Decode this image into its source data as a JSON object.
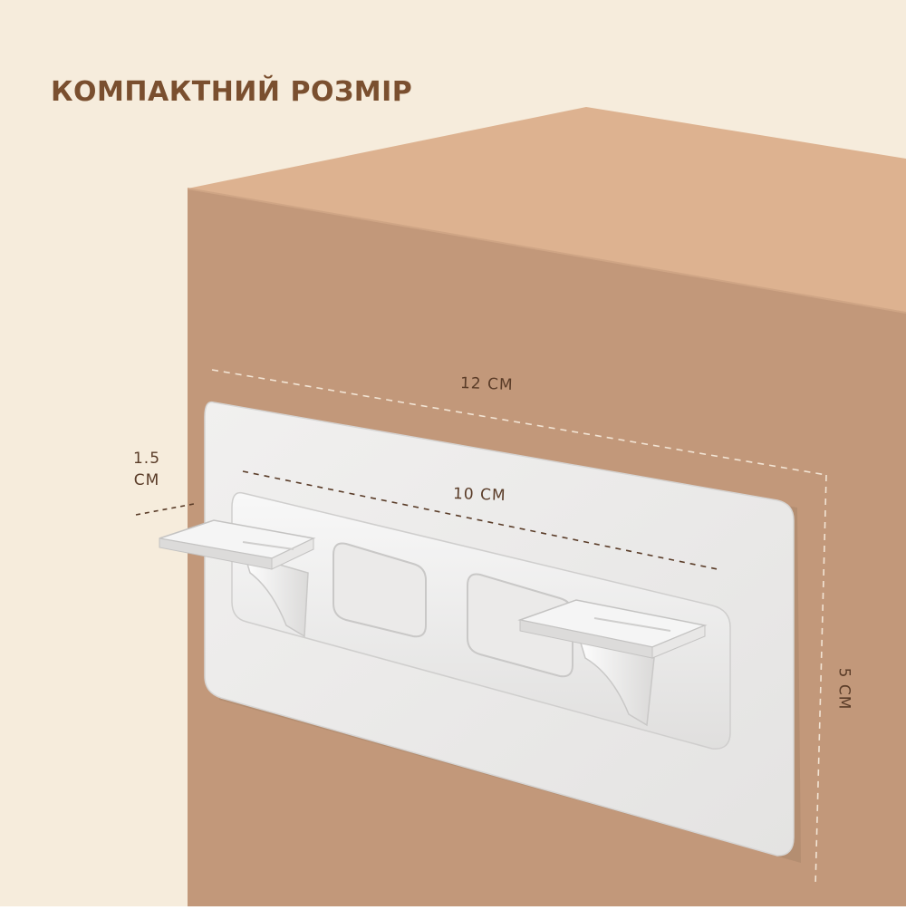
{
  "headline": "КОМПАКТНИЙ РОЗМІР",
  "dimensions": {
    "width_outer": "12 CM",
    "width_inner": "10 CM",
    "depth_line1": "1.5",
    "depth_line2": "CM",
    "height": "5 CM"
  },
  "colors": {
    "background": "#f6ecdc",
    "box_front": "#c2987a",
    "box_top": "#ddb290",
    "plate": "#ecebea",
    "headline": "#7a4f2f",
    "dimension_text": "#5a3c28"
  }
}
